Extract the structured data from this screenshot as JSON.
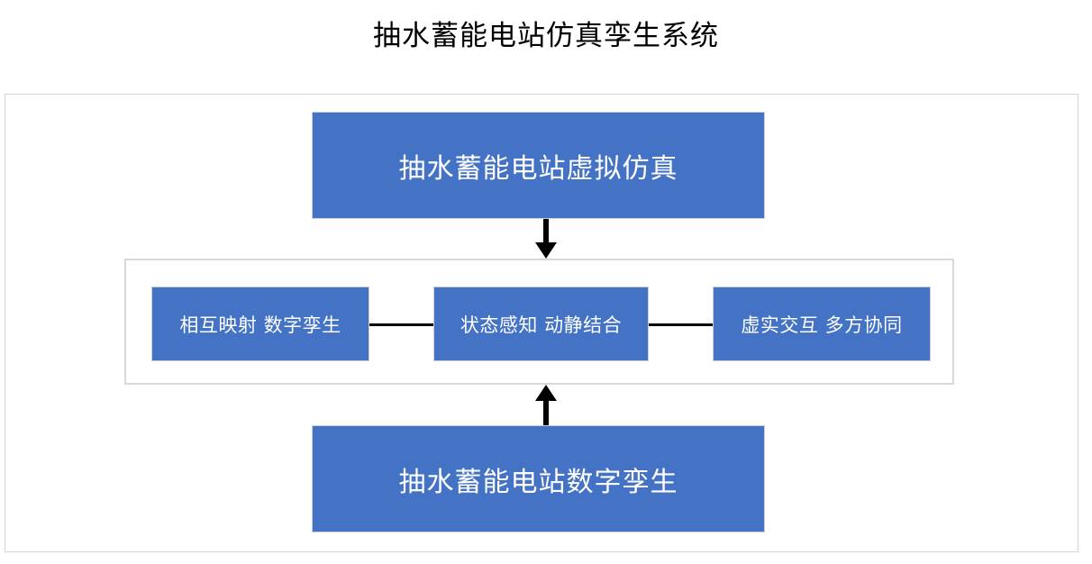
{
  "page": {
    "title": "抽水蓄能电站仿真孪生系统"
  },
  "diagram": {
    "type": "flow-diagram",
    "top_node": {
      "label": "抽水蓄能电站虚拟仿真",
      "color": "#4472C4",
      "text_color": "#FFFFFF"
    },
    "bottom_node": {
      "label": "抽水蓄能电站数字孪生",
      "color": "#4472C4",
      "text_color": "#FFFFFF"
    },
    "middle_group": {
      "border_color": "#D9D9D9",
      "nodes": [
        {
          "label": "相互映射 数字孪生",
          "color": "#4472C4",
          "text_color": "#FFFFFF"
        },
        {
          "label": "状态感知 动静结合",
          "color": "#4472C4",
          "text_color": "#FFFFFF"
        },
        {
          "label": "虚实交互 多方协同",
          "color": "#4472C4",
          "text_color": "#FFFFFF"
        }
      ],
      "connectors": [
        {
          "from": "相互映射 数字孪生",
          "to": "状态感知 动静结合",
          "style": "line"
        },
        {
          "from": "状态感知 动静结合",
          "to": "虚实交互 多方协同",
          "style": "line"
        }
      ]
    },
    "arrows": [
      {
        "name": "arrow-down",
        "from": "抽水蓄能电站虚拟仿真",
        "to": "middle_group",
        "direction": "down",
        "color": "#000000"
      },
      {
        "name": "arrow-up",
        "from": "抽水蓄能电站数字孪生",
        "to": "middle_group",
        "direction": "up",
        "color": "#000000"
      }
    ],
    "frame_border_color": "#D4D4D4"
  }
}
